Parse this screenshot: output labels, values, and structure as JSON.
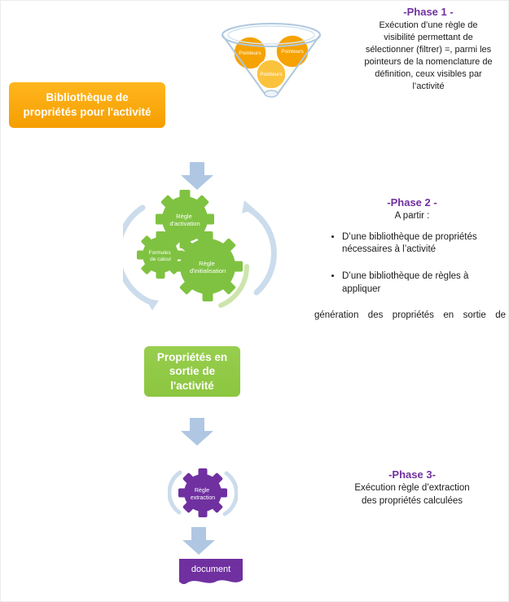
{
  "colors": {
    "orange_box": "#F9A51B",
    "green_gear": "#7FC241",
    "green_box": "#8CC63F",
    "purple": "#7030A0",
    "arrow_blue": "#AFC7E2",
    "phase_heading": "#7030A0",
    "funnel_circle_orange": "#F6A200",
    "funnel_circle_yellow": "#FBC23C"
  },
  "phase1": {
    "title": "-Phase 1 -",
    "body": "Exécution d’une règle de visibilité permettant de sélectionner (filtrer) =, parmi les pointeurs de la nomenclature de définition, ceux visibles par l’activité"
  },
  "funnel": {
    "circle1": "Pointeurs",
    "circle2": "Pointeurs",
    "circle3": "Pointeurs"
  },
  "library_box": {
    "line1": "Bibliothèque de",
    "line2": "propriétés pour l'activité"
  },
  "gears": {
    "activation": {
      "l1": "Règle",
      "l2": "d'activation"
    },
    "formules": {
      "l1": "Formules",
      "l2": "de calcul"
    },
    "initialisation": {
      "l1": "Règle",
      "l2": "d'initialisation"
    },
    "extraction": {
      "l1": "Règle",
      "l2": "extraction"
    }
  },
  "phase2": {
    "title": "-Phase 2 -",
    "intro": "A partir :",
    "bullet1": "D’une bibliothèque de propriétés nécessaires à l’activité",
    "bullet2": "D’une bibliothèque de règles à appliquer",
    "note": "génération des propriétés en sortie de"
  },
  "output_box": {
    "line1": "Propriétés en",
    "line2": "sortie de",
    "line3": "l'activité"
  },
  "phase3": {
    "title": "-Phase 3-",
    "body": "Exécution règle d’extraction des propriétés calculées"
  },
  "document_label": "document"
}
